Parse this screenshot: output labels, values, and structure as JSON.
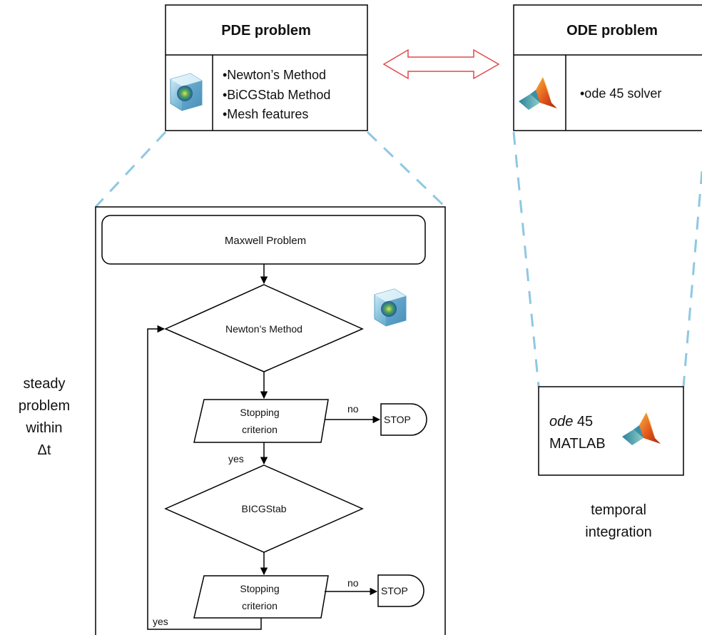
{
  "pde": {
    "title": "PDE problem",
    "items": [
      "•Newton’s Method",
      "•BiCGStab Method",
      "•Mesh features"
    ],
    "icon": "comsol-cube-icon"
  },
  "ode": {
    "title": "ODE problem",
    "items": [
      "•ode 45  solver"
    ],
    "icon": "matlab-logo-icon"
  },
  "flow": {
    "maxwell": "Maxwell  Problem",
    "newton": "Newton’s  Method",
    "stop1_line1": "Stopping",
    "stop1_line2": "criterion",
    "no1": "no",
    "stop1": "STOP",
    "yes1": "yes",
    "bicg": "BICGStab",
    "stop2_line1": "Stopping",
    "stop2_line2": "criterion",
    "no2": "no",
    "stop2": "STOP",
    "yes_loop": "yes"
  },
  "left_label": [
    "steady",
    "problem",
    "within",
    "Δt"
  ],
  "ode_box": {
    "line1_italic": "ode",
    "line1_rest": " 45",
    "line2": "MATLAB"
  },
  "right_label": [
    "temporal",
    "integration"
  ],
  "colors": {
    "arrow": "#e04848",
    "dashed": "#8ec8e2",
    "line": "#000000",
    "background": "#ffffff"
  }
}
